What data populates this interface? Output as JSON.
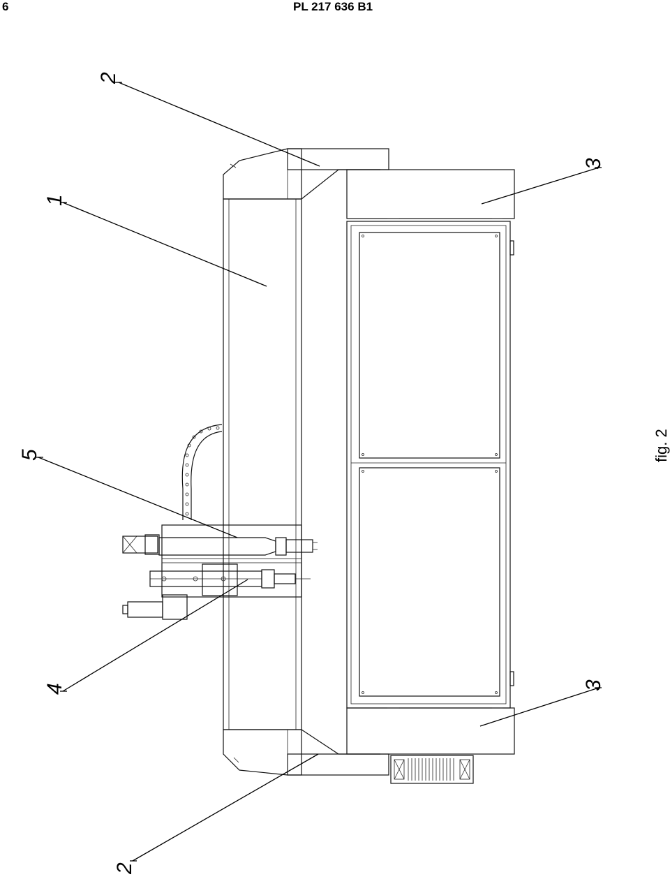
{
  "header": {
    "page_number": "6",
    "document_id": "PL 217 636 B1"
  },
  "figure": {
    "caption": "fig. 2",
    "labels": {
      "ref_1": "1",
      "ref_2_top": "2",
      "ref_2_bottom": "2",
      "ref_3_top": "3",
      "ref_3_bottom": "3",
      "ref_4": "4",
      "ref_5": "5"
    }
  }
}
